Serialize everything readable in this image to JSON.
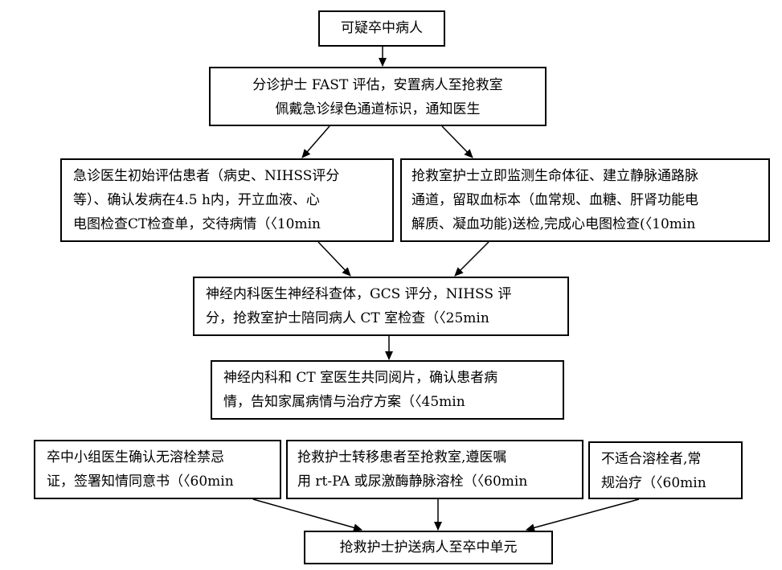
{
  "nodes": {
    "suspected": "可疑卒中病人",
    "triage": [
      "分诊护士 FAST 评估，安置病人至抢救室",
      "佩戴急诊绿色通道标识，通知医生"
    ],
    "doctor_eval": [
      "急诊医生初始评估患者（病史、NIHSS评分",
      "等）、确认发病在4.5 h内，开立血液、心",
      "电图检查CT检查单，交待病情（〈10min"
    ],
    "nurse_monitor": [
      "抢救室护士立即监测生命体征、建立静脉通路脉",
      "通道，留取血标本（血常规、血糖、肝肾功能电",
      "解质、凝血功能)送检,完成心电图检查(〈10min"
    ],
    "neuro_exam": [
      "神经内科医生神经科查体，GCS 评分，NIHSS 评",
      "分，抢救室护士陪同病人 CT 室检查（〈25min"
    ],
    "joint_review": [
      "神经内科和 CT 室医生共同阅片，确认患者病",
      "情，告知家属病情与治疗方案（〈45min"
    ],
    "consent": [
      "卒中小组医生确认无溶栓禁忌",
      "证，签署知情同意书（〈60min"
    ],
    "thrombolysis": [
      "抢救护士转移患者至抢救室,遵医嘱",
      "用 rt-PA 或尿激酶静脉溶栓（〈60min"
    ],
    "routine": [
      "不适合溶栓者,常",
      "规治疗（〈60min"
    ],
    "transfer": "抢救护士护送病人至卒中单元"
  }
}
